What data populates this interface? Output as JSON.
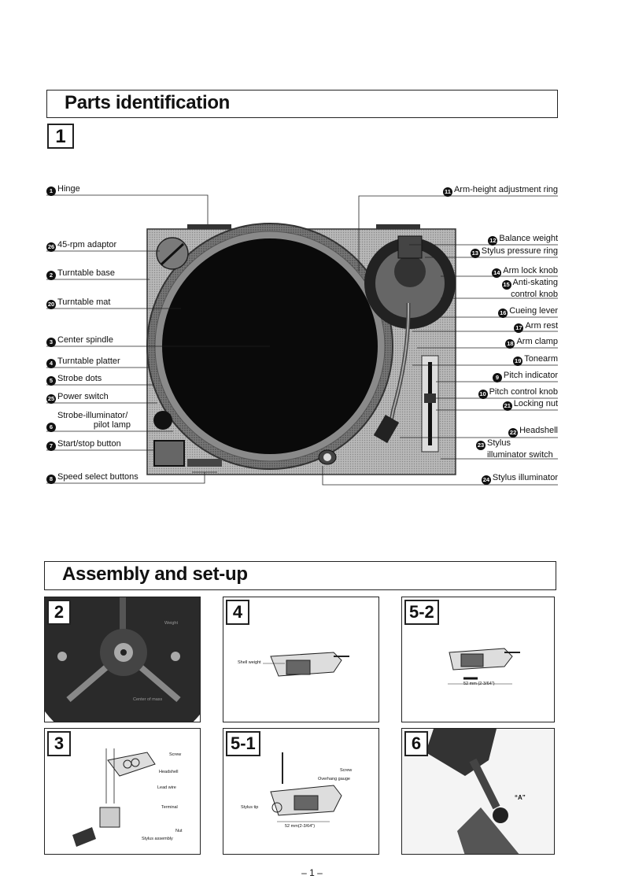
{
  "sections": {
    "parts_title": "Parts identification",
    "parts_fig_num": "1",
    "assembly_title": "Assembly and set-up"
  },
  "parts_left": [
    {
      "n": "1",
      "label": "Hinge"
    },
    {
      "n": "26",
      "label": "45-rpm adaptor"
    },
    {
      "n": "2",
      "label": "Turntable base"
    },
    {
      "n": "20",
      "label": "Turntable mat"
    },
    {
      "n": "3",
      "label": "Center spindle"
    },
    {
      "n": "4",
      "label": "Turntable platter"
    },
    {
      "n": "5",
      "label": "Strobe dots"
    },
    {
      "n": "25",
      "label": "Power switch"
    },
    {
      "n": "6",
      "label": "Strobe-illuminator/",
      "label2": "pilot lamp"
    },
    {
      "n": "7",
      "label": "Start/stop button"
    },
    {
      "n": "8",
      "label": "Speed select buttons"
    }
  ],
  "parts_right": [
    {
      "n": "11",
      "label": "Arm-height adjustment ring"
    },
    {
      "n": "12",
      "label": "Balance weight"
    },
    {
      "n": "13",
      "label": "Stylus pressure ring"
    },
    {
      "n": "14",
      "label": "Arm lock knob"
    },
    {
      "n": "15",
      "label": "Anti-skating",
      "label2": "control knob"
    },
    {
      "n": "16",
      "label": "Cueing lever"
    },
    {
      "n": "17",
      "label": "Arm rest"
    },
    {
      "n": "18",
      "label": "Arm clamp"
    },
    {
      "n": "19",
      "label": "Tonearm"
    },
    {
      "n": "9",
      "label": "Pitch indicator"
    },
    {
      "n": "10",
      "label": "Pitch control knob"
    },
    {
      "n": "21",
      "label": "Locking nut"
    },
    {
      "n": "22",
      "label": "Headshell"
    },
    {
      "n": "23",
      "label": "Stylus",
      "label2": "illuminator switch"
    },
    {
      "n": "24",
      "label": "Stylus illuminator"
    }
  ],
  "panels": [
    {
      "id": "2",
      "labels": [
        "Weight",
        "Center of mass"
      ]
    },
    {
      "id": "4",
      "labels": [
        "Shell weight"
      ]
    },
    {
      "id": "5-2",
      "labels": [
        "52 mm (2-3/64\")"
      ]
    },
    {
      "id": "3",
      "labels": [
        "Screw",
        "Headshell",
        "Lead wire",
        "Terminal",
        "Nut",
        "Stylus assembly"
      ]
    },
    {
      "id": "5-1",
      "labels": [
        "Screw",
        "Overhang gauge",
        "Stylus tip",
        "52 mm(2-3/64\")"
      ]
    },
    {
      "id": "6",
      "labels": [
        "“A”"
      ]
    }
  ],
  "page_number": "– 1 –"
}
